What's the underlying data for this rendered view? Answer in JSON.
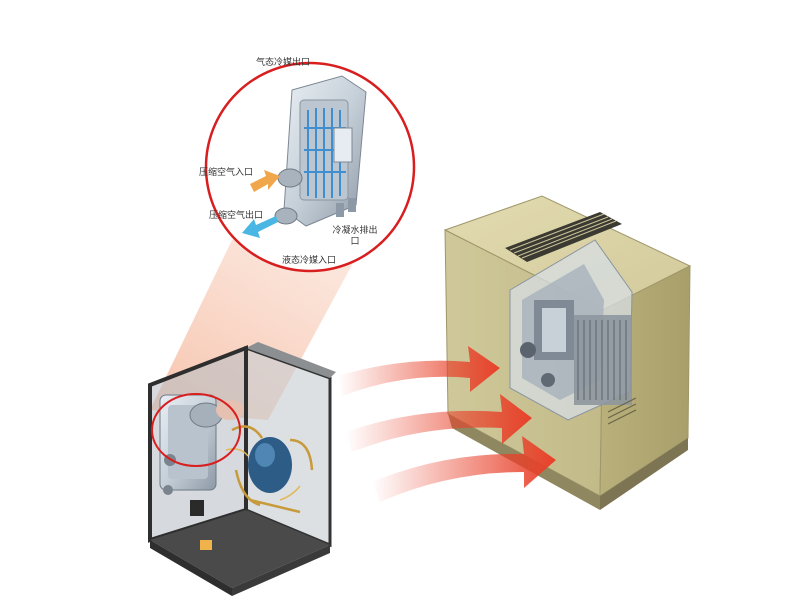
{
  "callout": {
    "labels": {
      "refrigerant_outlet": "气态冷媒出口",
      "compressed_air_inlet": "压缩空气入口",
      "compressed_air_outlet": "压缩空气出口",
      "condensate_drain": "冷凝水排出口",
      "refrigerant_inlet": "液态冷媒入口"
    },
    "ring_color": "#d81e1e"
  },
  "colors": {
    "cabinet": "#c9c18f",
    "dryer_frame": "#3c3c3c",
    "arrow": "#e8412a",
    "inlet_arrow": "#f0a64a",
    "outlet_arrow": "#49b6e3"
  }
}
